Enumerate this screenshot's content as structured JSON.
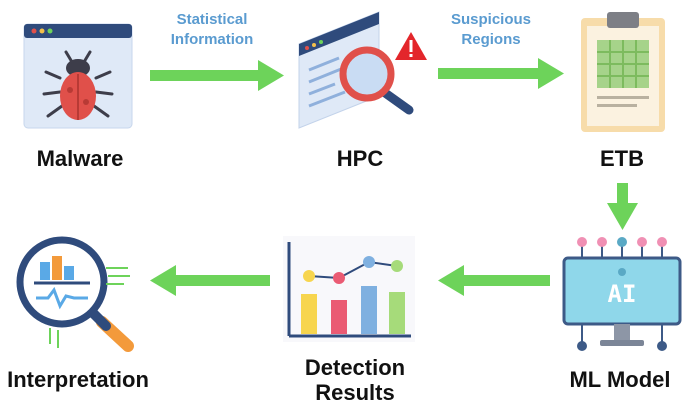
{
  "nodes": {
    "malware": {
      "label": "Malware",
      "icon": "bug-window-icon"
    },
    "hpc": {
      "label": "HPC",
      "icon": "magnifier-code-window-icon"
    },
    "etb": {
      "label": "ETB",
      "icon": "clipboard-grid-icon"
    },
    "ml_model": {
      "label": "ML Model",
      "icon": "ai-chip-monitor-icon"
    },
    "detection_results": {
      "label_line1": "Detection",
      "label_line2": "Results",
      "icon": "chart-icon"
    },
    "interpretation": {
      "label": "Interpretation",
      "icon": "magnifier-chart-icon"
    }
  },
  "edges": {
    "malware_to_hpc": {
      "line1": "Statistical",
      "line2": "Information"
    },
    "hpc_to_etb": {
      "line1": "Suspicious",
      "line2": "Regions"
    }
  },
  "colors": {
    "arrow": "#6dd35a",
    "edge_label": "#5a9bd0",
    "bug": "#e0504a",
    "warning": "#e3262b"
  }
}
